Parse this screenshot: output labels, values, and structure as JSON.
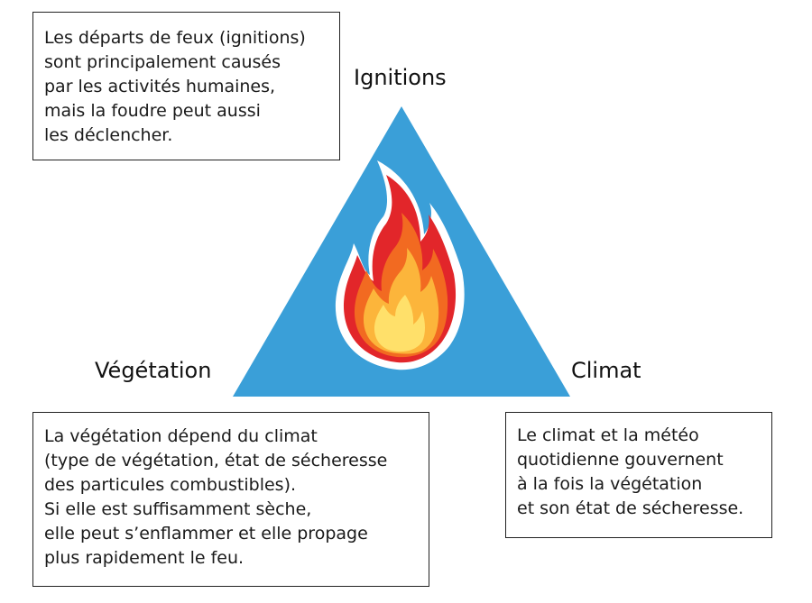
{
  "colors": {
    "triangle": "#3a9fd8",
    "flame_outer": "#e2262a",
    "flame_mid": "#f26a21",
    "flame_inner": "#fcb53b",
    "flame_core": "#ffe06a",
    "flame_outline": "#ffffff"
  },
  "icons": {
    "flame": "flame-icon",
    "triangle": "fire-triangle"
  },
  "vertices": {
    "top": "Ignitions",
    "left": "Végétation",
    "right": "Climat"
  },
  "boxes": {
    "ignitions": {
      "lines": [
        "Les départs de feux (ignitions)",
        "sont principalement causés",
        "par les activités humaines,",
        "mais la foudre peut aussi",
        "les déclencher."
      ]
    },
    "vegetation": {
      "lines": [
        "La végétation dépend du climat",
        "(type de végétation, état de sécheresse",
        "des particules combustibles).",
        "Si elle est suffisamment sèche,",
        "elle peut s’enflammer et elle propage",
        "plus rapidement le feu."
      ]
    },
    "climat": {
      "lines": [
        "Le climat et la météo",
        "quotidienne gouvernent",
        "à la fois la végétation",
        "et son état de sécheresse."
      ]
    }
  }
}
